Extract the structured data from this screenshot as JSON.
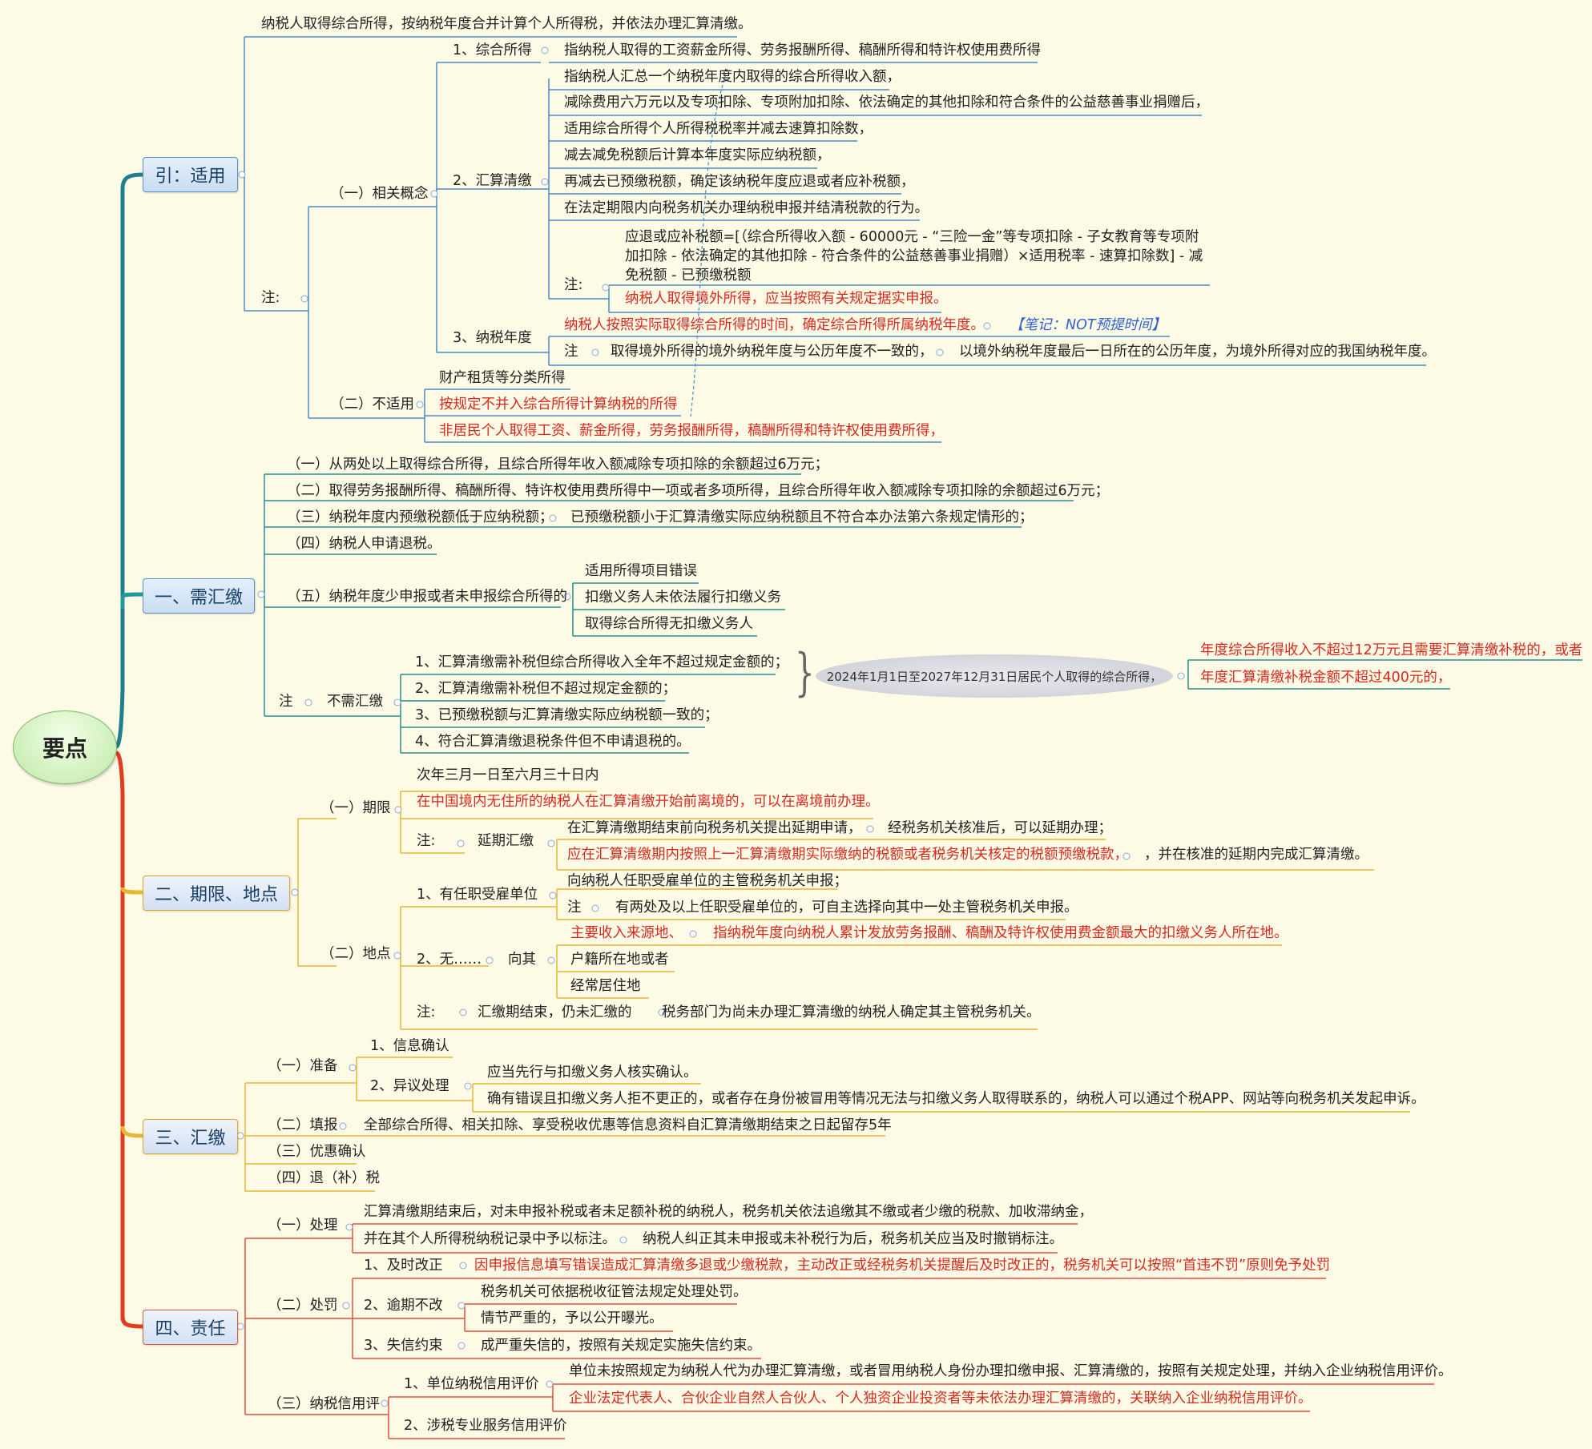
{
  "root": "要点",
  "branches": {
    "b0": "引：适用",
    "b1": "一、需汇缴",
    "b2": "二、期限、地点",
    "b3": "三、汇缴",
    "b4": "四、责任"
  },
  "s0": {
    "intro": "纳税人取得综合所得，按纳税年度合并计算个人所得税，并依法办理汇算清缴。",
    "note": "注:",
    "c1": "（一）相关概念",
    "i1": "1、综合所得",
    "i1d": "指纳税人取得的工资薪金所得、劳务报酬所得、稿酬所得和特许权使用费所得",
    "i2": "2、汇算清缴",
    "i2d": [
      "指纳税人汇总一个纳税年度内取得的综合所得收入额，",
      "减除费用六万元以及专项扣除、专项附加扣除、依法确定的其他扣除和符合条件的公益慈善事业捐赠后，",
      "适用综合所得个人所得税税率并减去速算扣除数，",
      "减去减免税额后计算本年度实际应纳税额，",
      "再减去已预缴税额，确定该纳税年度应退或者应补税额，",
      "在法定期限内向税务机关办理纳税申报并结清税款的行为。"
    ],
    "i2note": "注:",
    "formula": "应退或应补税额=[（综合所得收入额 - 60000元 - “三险一金”等专项扣除 - 子女教育等专项附加扣除 - 依法确定的其他扣除 - 符合条件的公益慈善事业捐赠）×适用税率 - 速算扣除数] - 减免税额 - 已预缴税额",
    "overseas": "纳税人取得境外所得，应当按照有关规定据实申报。",
    "i3": "3、纳税年度",
    "i3d": "纳税人按照实际取得综合所得的时间，确定综合所得所属纳税年度。",
    "i3memo": "【笔记：NOT预提时间】",
    "i3note": "注",
    "i3n1": "取得境外所得的境外纳税年度与公历年度不一致的，",
    "i3n2": "以境外纳税年度最后一日所在的公历年度，为境外所得对应的我国纳税年度。",
    "c2": "（二）不适用",
    "na": [
      "财产租赁等分类所得",
      "按规定不并入综合所得计算纳税的所得",
      "非居民个人取得工资、薪金所得，劳务报酬所得，稿酬所得和特许权使用费所得，"
    ]
  },
  "s1": {
    "c1": "（一）从两处以上取得综合所得，且综合所得年收入额减除专项扣除的余额超过6万元；",
    "c2": "（二）取得劳务报酬所得、稿酬所得、特许权使用费所得中一项或者多项所得，且综合所得年收入额减除专项扣除的余额超过6万元；",
    "c3": "（三）纳税年度内预缴税额低于应纳税额；",
    "c3d": "已预缴税额小于汇算清缴实际应纳税额且不符合本办法第六条规定情形的；",
    "c4": "（四）纳税人申请退税。",
    "c5": "（五）纳税年度少申报或者未申报综合所得的",
    "c5d": [
      "适用所得项目错误",
      "扣缴义务人未依法履行扣缴义务",
      "取得综合所得无扣缴义务人"
    ],
    "note": "注",
    "nohui": "不需汇缴",
    "nh": [
      "1、汇算清缴需补税但综合所得收入全年不超过规定金额的；",
      "2、汇算清缴需补税但不超过规定金额的；",
      "3、已预缴税额与汇算清缴实际应纳税额一致的；",
      "4、符合汇算清缴退税条件但不申请退税的。"
    ],
    "period": "2024年1月1日至2027年12月31日居民个人取得的综合所得，",
    "r1": "年度综合所得收入不超过12万元且需要汇算清缴补税的，或者",
    "r2": "年度汇算清缴补税金额不超过400元的，"
  },
  "s2": {
    "c1": "（一）期限",
    "d1": "次年三月一日至六月三十日内",
    "d2": "在中国境内无住所的纳税人在汇算清缴开始前离境的，可以在离境前办理。",
    "note": "注:",
    "ext": "延期汇缴",
    "e1": "在汇算清缴期结束前向税务机关提出延期申请，",
    "e1b": "经税务机关核准后，可以延期办理；",
    "e2": "应在汇算清缴期内按照上一汇算清缴期实际缴纳的税额或者税务机关核定的税额预缴税款，",
    "e2b": "，并在核准的延期内完成汇算清缴。",
    "c2": "（二）地点",
    "p1": "1、有任职受雇单位",
    "p1d": "向纳税人任职受雇单位的主管税务机关申报；",
    "p1n": "注",
    "p1nd": "有两处及以上任职受雇单位的，可自主选择向其中一处主管税务机关申报。",
    "p2": "2、无……",
    "p2a": "向其",
    "p2b": [
      "主要收入来源地、",
      "户籍所在地或者",
      "经常居住地"
    ],
    "p2bd": "指纳税年度向纳税人累计发放劳务报酬、稿酬及特许权使用费金额最大的扣缴义务人所在地。",
    "pn": "注:",
    "pn1": "汇缴期结束，仍未汇缴的",
    "pn2": "税务部门为尚未办理汇算清缴的纳税人确定其主管税务机关。"
  },
  "s3": {
    "c1": "（一）准备",
    "a1": "1、信息确认",
    "a2": "2、异议处理",
    "a2d": [
      "应当先行与扣缴义务人核实确认。",
      "确有错误且扣缴义务人拒不更正的，或者存在身份被冒用等情况无法与扣缴义务人取得联系的，纳税人可以通过个税APP、网站等向税务机关发起申诉。"
    ],
    "c2": "（二）填报",
    "c2d": "全部综合所得、相关扣除、享受税收优惠等信息资料自汇算清缴期结束之日起留存5年",
    "c3": "（三）优惠确认",
    "c4": "（四）退（补）税"
  },
  "s4": {
    "c1": "（一）处理",
    "h1": "汇算清缴期结束后，对未申报补税或者未足额补税的纳税人，税务机关依法追缴其不缴或者少缴的税款、加收滞纳金，",
    "h2": "并在其个人所得税纳税记录中予以标注。",
    "h2d": "纳税人纠正其未申报或未补税行为后，税务机关应当及时撤销标注。",
    "c2": "（二）处罚",
    "f1": "1、及时改正",
    "f1d": "因申报信息填写错误造成汇算清缴多退或少缴税款，主动改正或经税务机关提醒后及时改正的，税务机关可以按照“首违不罚”原则免予处罚",
    "f2": "2、逾期不改",
    "f2d": [
      "税务机关可依据税收征管法规定处理处罚。",
      "情节严重的，予以公开曝光。"
    ],
    "f3": "3、失信约束",
    "f3d": "成严重失信的，按照有关规定实施失信约束。",
    "c3": "（三）纳税信用评",
    "g1": "1、单位纳税信用评价",
    "g1d": [
      "单位未按照规定为纳税人代为办理汇算清缴，或者冒用纳税人身份办理扣缴申报、汇算清缴的，按照有关规定处理，并纳入企业纳税信用评价。",
      "企业法定代表人、合伙企业自然人合伙人、个人独资企业投资者等未依法办理汇算清缴的，关联纳入企业纳税信用评价。"
    ],
    "g2": "2、涉税专业服务信用评价"
  },
  "colors": {
    "background": "#fdfbe6",
    "teal": "#1f7f8c",
    "blue_line": "#4a8bc4",
    "orange_line": "#e8b630",
    "red_line": "#e23b22",
    "red_text": "#d8281f",
    "memo_text": "#2f5fd0"
  }
}
